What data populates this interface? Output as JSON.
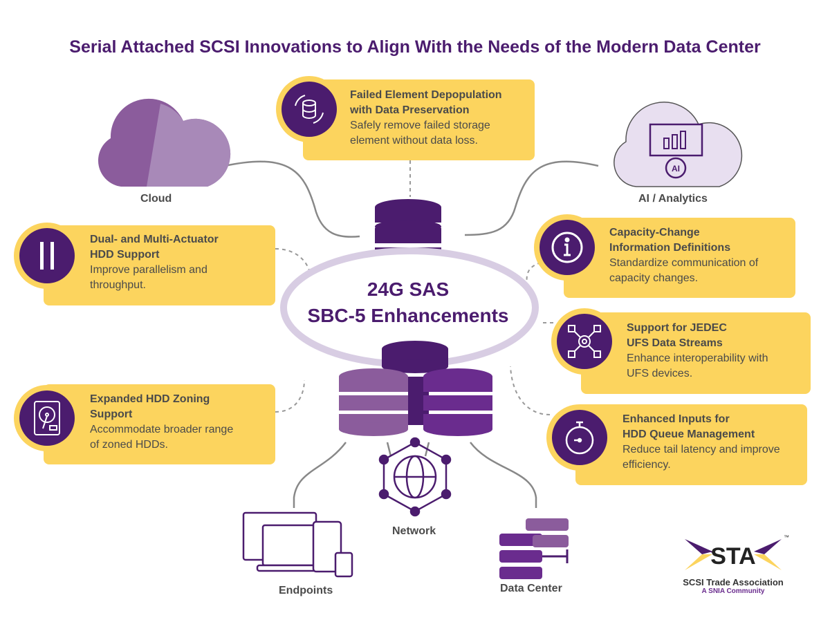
{
  "title": "Serial Attached SCSI Innovations to Align With the Needs of the Modern Data Center",
  "center": {
    "line1": "24G SAS",
    "line2": "SBC-5 Enhancements"
  },
  "nodes": {
    "cloud": "Cloud",
    "ai": "AI / Analytics",
    "network": "Network",
    "endpoints": "Endpoints",
    "datacenter": "Data Center"
  },
  "features": [
    {
      "title1": "Failed Element Depopulation",
      "title2": "with Data Preservation",
      "desc1": "Safely remove failed storage",
      "desc2": "element without data loss.",
      "icon": "hands-database-icon"
    },
    {
      "title1": "Dual- and Multi-Actuator",
      "title2": "HDD Support",
      "desc1": "Improve parallelism and",
      "desc2": "throughput.",
      "icon": "dual-bar-icon"
    },
    {
      "title1": "Expanded HDD Zoning",
      "title2": "Support",
      "desc1": "Accommodate broader range",
      "desc2": "of zoned HDDs.",
      "icon": "hard-drive-icon"
    },
    {
      "title1": "Capacity-Change",
      "title2": "Information Definitions",
      "desc1": "Standardize communication of",
      "desc2": "capacity changes.",
      "icon": "info-icon"
    },
    {
      "title1": "Support for JEDEC",
      "title2": "UFS Data Streams",
      "desc1": "Enhance interoperability with",
      "desc2": "UFS devices.",
      "icon": "gear-network-icon"
    },
    {
      "title1": "Enhanced Inputs for",
      "title2": "HDD Queue Management",
      "desc1": "Reduce tail latency and improve",
      "desc2": "efficiency.",
      "icon": "stopwatch-icon"
    }
  ],
  "logo": {
    "mark": "STA",
    "tm": "™",
    "name": "SCSI Trade Association",
    "tagline": "A SNIA Community"
  },
  "colors": {
    "purple": "#4b1c6e",
    "yellow": "#fcd45e",
    "text": "#4a4a4a"
  }
}
